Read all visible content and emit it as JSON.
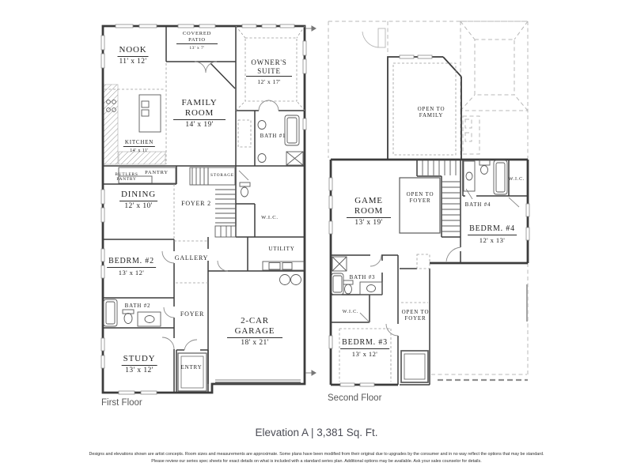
{
  "meta": {
    "caption": "Elevation A | 3,381 Sq. Ft."
  },
  "footer": {
    "disclaimer_line1": "Designs and elevations shown are artist concepts. Room sizes and measurements are approximate. Some plans have been modified from their original due to upgrades by the consumer and in no way reflect the options that may be standard.",
    "disclaimer_line2": "Please review our series spec sheets for exact details on what is included with a standard series plan. Additional options may be available. Ask your sales counselor for details."
  },
  "first_floor": {
    "title": "First Floor",
    "rooms": {
      "nook": {
        "name": "NOOK",
        "dims": "11' x 12'"
      },
      "covered_patio": {
        "name": "COVERED PATIO",
        "dims": "13' x 7'"
      },
      "owners_suite": {
        "name": "OWNER'S SUITE",
        "dims": "12' x 17'"
      },
      "family_room": {
        "name": "FAMILY ROOM",
        "dims": "14' x 19'"
      },
      "kitchen": {
        "name": "KITCHEN",
        "dims": "14' x 11'"
      },
      "bath1": {
        "name": "BATH #1"
      },
      "butlers_pantry": {
        "name": "BUTLERS PANTRY"
      },
      "pantry": {
        "name": "PANTRY"
      },
      "storage": {
        "name": "STORAGE"
      },
      "dining": {
        "name": "DINING",
        "dims": "12' x 10'"
      },
      "foyer2": {
        "name": "FOYER 2"
      },
      "wic": {
        "name": "W.I.C."
      },
      "utility": {
        "name": "UTILITY"
      },
      "bedrm2": {
        "name": "BEDRM. #2",
        "dims": "13' x 12'"
      },
      "gallery": {
        "name": "GALLERY"
      },
      "bath2": {
        "name": "BATH #2"
      },
      "foyer": {
        "name": "FOYER"
      },
      "garage": {
        "name": "2-CAR GARAGE",
        "dims": "18' x 21'"
      },
      "study": {
        "name": "STUDY",
        "dims": "13' x 12'"
      },
      "entry": {
        "name": "ENTRY"
      }
    }
  },
  "second_floor": {
    "title": "Second Floor",
    "rooms": {
      "open_to_family": {
        "name": "OPEN TO FAMILY"
      },
      "game_room": {
        "name": "GAME ROOM",
        "dims": "13' x 19'"
      },
      "open_to_foyer_upper": {
        "name": "OPEN TO FOYER"
      },
      "bath4": {
        "name": "BATH #4"
      },
      "wic4": {
        "name": "W.I.C."
      },
      "bedrm4": {
        "name": "BEDRM. #4",
        "dims": "12' x 13'"
      },
      "bath3": {
        "name": "BATH #3"
      },
      "wic3": {
        "name": "W.I.C."
      },
      "bedrm3": {
        "name": "BEDRM. #3",
        "dims": "13' x 12'"
      },
      "open_to_foyer_lower": {
        "name": "OPEN TO FOYER"
      }
    }
  }
}
